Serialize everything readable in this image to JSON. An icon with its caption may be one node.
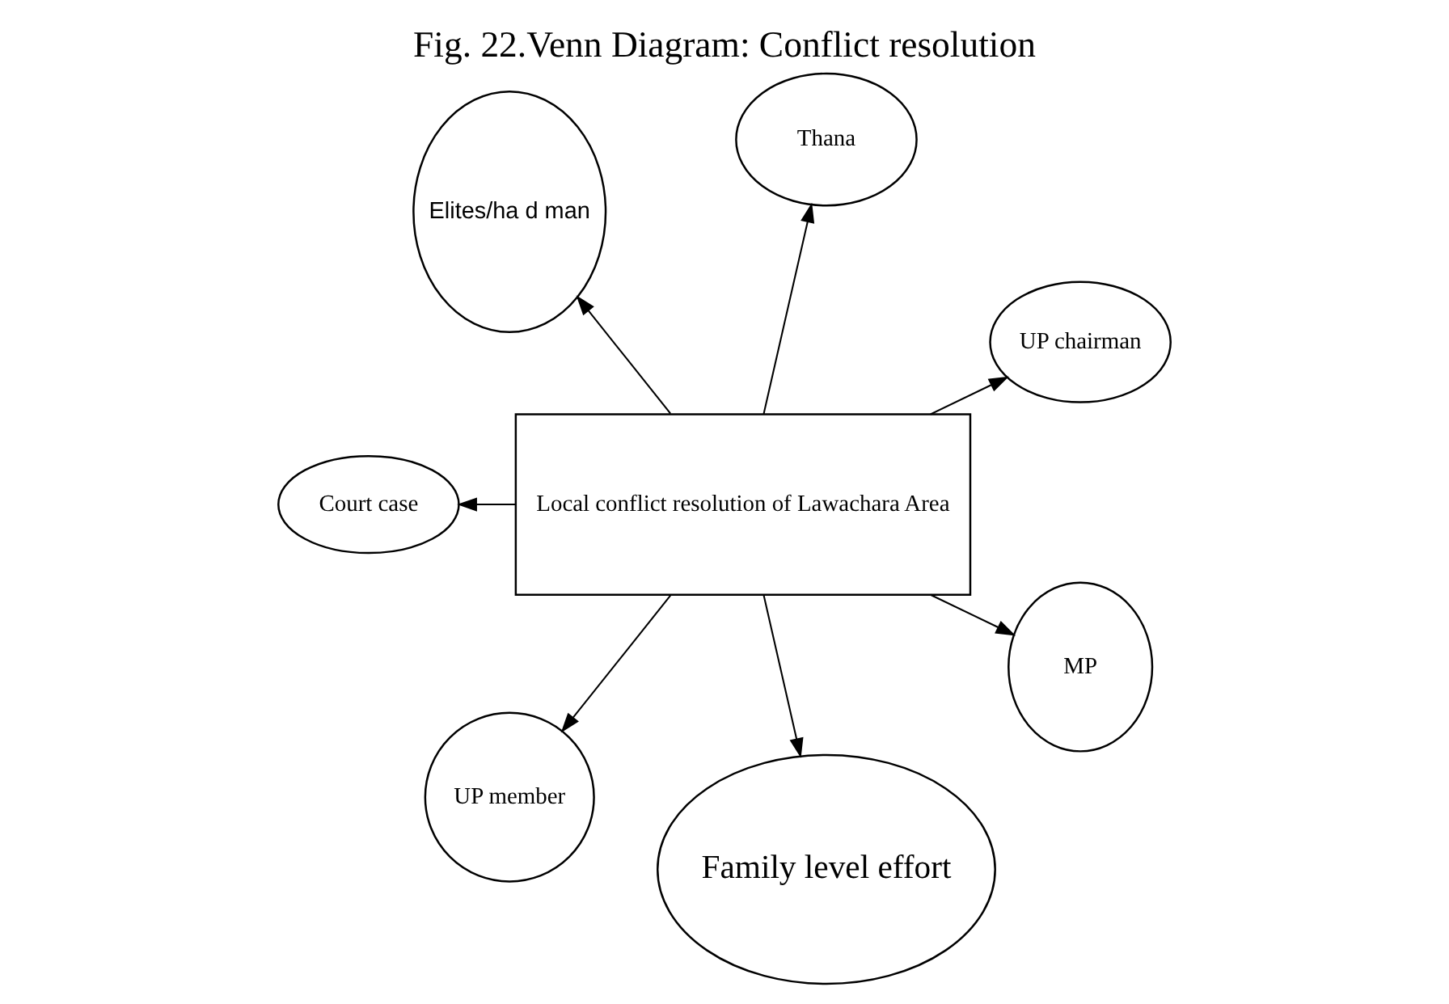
{
  "diagram": {
    "title": "Fig. 22.Venn Diagram: Conflict resolution",
    "nodes": [
      {
        "text": [
          "Local conflict resolution of Lawachara Area"
        ]
      },
      {
        "text": [
          "UP chairman"
        ]
      },
      {
        "text": [
          "Thana"
        ]
      },
      {
        "text": [
          "Elites/ha d man"
        ]
      },
      {
        "text": [
          "Court case"
        ]
      },
      {
        "text": [
          "UP member"
        ]
      },
      {
        "text": [
          "Family level effort"
        ]
      },
      {
        "text": [
          "MP"
        ]
      }
    ],
    "edges": [
      {
        "from": 0,
        "to": 1,
        "arrow": "to"
      },
      {
        "from": 0,
        "to": 2,
        "arrow": "to"
      },
      {
        "from": 0,
        "to": 3,
        "arrow": "to"
      },
      {
        "from": 0,
        "to": 4,
        "arrow": "to"
      },
      {
        "from": 0,
        "to": 5,
        "arrow": "to"
      },
      {
        "from": 0,
        "to": 6,
        "arrow": "to"
      },
      {
        "from": 0,
        "to": 7,
        "arrow": "to"
      }
    ]
  }
}
